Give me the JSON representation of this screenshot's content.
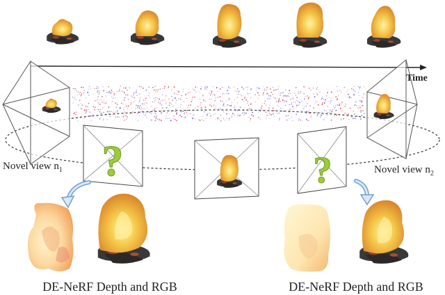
{
  "diagram": {
    "time_label": "Time",
    "novel_view_1": {
      "prefix": "Novel view n",
      "subscript": "1"
    },
    "novel_view_2": {
      "prefix": "Novel view n",
      "subscript": "2"
    },
    "caption_left": "DE-NeRF Depth and RGB",
    "caption_right": "DE-NeRF Depth and RGB",
    "question_mark": "?",
    "colors": {
      "flame_outer": "#e9a23a",
      "flame_inner": "#f8d86a",
      "logs": "#3d3a3a",
      "ember": "#b1442a",
      "question": "#9ccc3a",
      "depth_hot": "#f0a24a",
      "depth_cool": "#fde8b0",
      "event_red": "#d94a5a",
      "event_blue": "#5a63d9",
      "line": "#222222"
    }
  }
}
